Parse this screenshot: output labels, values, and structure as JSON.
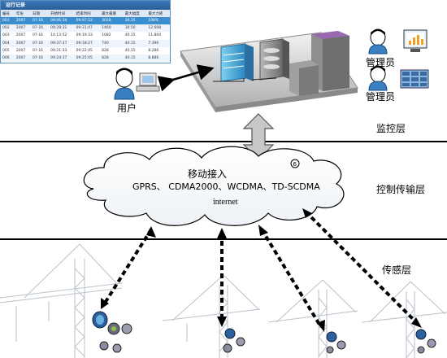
{
  "record": {
    "title": "运行记录",
    "headers": [
      "编号",
      "年份",
      "日期",
      "开始时间",
      "结束时间",
      "最大载重",
      "最大幅度",
      "最大力矩"
    ],
    "rows": [
      [
        "001",
        "2007",
        "07-16",
        "09:06:34",
        "09:07:22",
        "3028",
        "30.35",
        "108%"
      ],
      [
        "002",
        "2007",
        "07-16",
        "09:28:31",
        "09:31:47",
        "1460",
        "30.50",
        "12.608"
      ],
      [
        "003",
        "2007",
        "07-16",
        "10:13:52",
        "09:19:33",
        "1082",
        "40.15",
        "11.804"
      ],
      [
        "004",
        "2007",
        "07-16",
        "09:37:37",
        "09:18:27",
        "740",
        "40.15",
        "7.396"
      ],
      [
        "005",
        "2007",
        "07-16",
        "09:21:33",
        "09:22:45",
        "828",
        "40.15",
        "8.286"
      ],
      [
        "006",
        "2007",
        "07-16",
        "09:24:37",
        "09:25:05",
        "828",
        "40.15",
        "8.886"
      ]
    ]
  },
  "labels": {
    "user": "用户",
    "admin1": "管理员",
    "admin2": "管理员",
    "layer_monitor": "监控层",
    "layer_control": "控制传输层",
    "layer_sensor": "传感层",
    "mobile_access": "移动接入",
    "networks": "GPRS、 CDMA2000、WCDMA、TD-SCDMA",
    "internet": "internet"
  },
  "colors": {
    "arrow_fill": "#c8c8c8",
    "table_header": "#2a5f99",
    "selected_row": "#3a8fd0",
    "crane": "#b8c2cc"
  }
}
